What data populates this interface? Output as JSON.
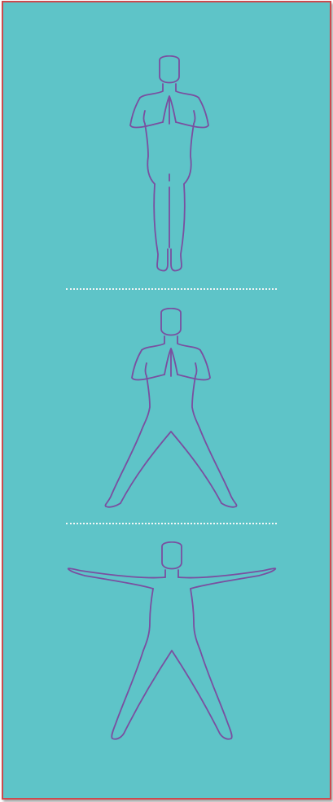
{
  "colors": {
    "background": "#5ec4c8",
    "border": "#cc4a4e",
    "figure_stroke": "#7a4fa0",
    "divider": "#f2f6f6"
  },
  "poses": [
    {
      "name": "standing-prayer-pose",
      "icon": "standing-figure-icon"
    },
    {
      "name": "wide-leg-prayer-pose",
      "icon": "wide-leg-figure-icon"
    },
    {
      "name": "star-pose",
      "icon": "star-figure-icon"
    }
  ]
}
